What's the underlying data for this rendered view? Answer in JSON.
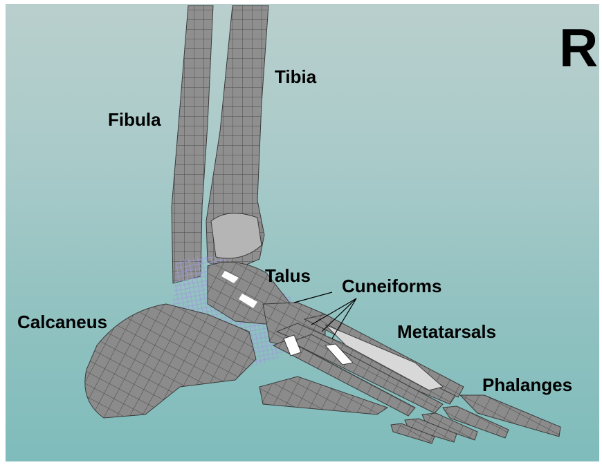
{
  "labels": {
    "side": "R",
    "tibia": "Tibia",
    "fibula": "Fibula",
    "talus": "Talus",
    "cuneiforms": "Cuneiforms",
    "calcaneus": "Calcaneus",
    "metatarsals": "Metatarsals",
    "phalanges": "Phalanges"
  },
  "colors": {
    "bone_fill": "#8f8f8f",
    "bone_light": "#d8d8d8",
    "mesh_line": "#4a4a4a",
    "ligament": "#9c9cd6",
    "label_text": "#000000"
  }
}
